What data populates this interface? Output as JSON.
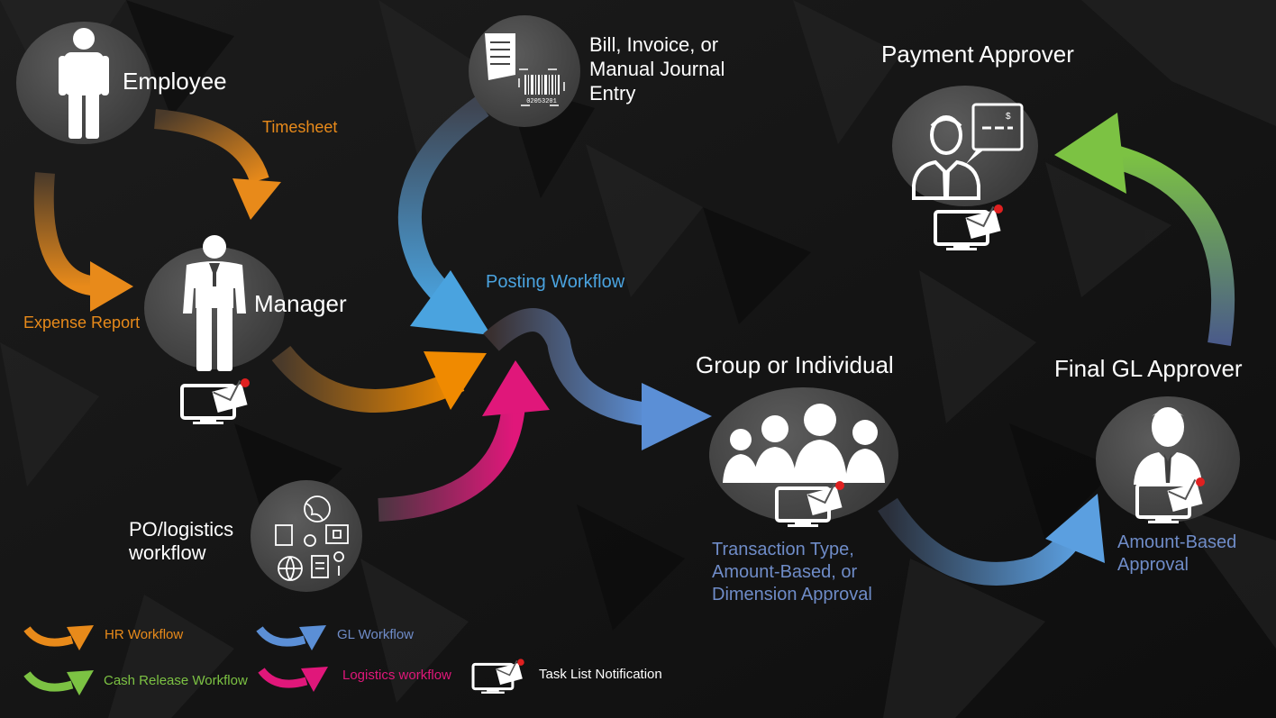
{
  "colors": {
    "hr": "#e88a1a",
    "gl": "#5b8fd6",
    "cash": "#7cc243",
    "logistics": "#e0177a",
    "posting": "#4aa3df",
    "blue_text": "#6f8cc8",
    "white": "#ffffff"
  },
  "nodes": {
    "employee": {
      "label": "Employee"
    },
    "manager": {
      "label": "Manager"
    },
    "bill": {
      "line1": "Bill, Invoice, or",
      "line2": "Manual Journal",
      "line3": "Entry"
    },
    "po": {
      "line1": "PO/logistics",
      "line2": "workflow"
    },
    "group": {
      "label": "Group or Individual",
      "sub1": "Transaction Type,",
      "sub2": "Amount-Based, or",
      "sub3": "Dimension Approval"
    },
    "final_gl": {
      "label": "Final GL Approver",
      "sub1": "Amount-Based",
      "sub2": "Approval"
    },
    "payment": {
      "label": "Payment Approver"
    }
  },
  "flow_labels": {
    "timesheet": "Timesheet",
    "expense_report": "Expense Report",
    "posting": "Posting Workflow"
  },
  "barcode_number": "02053201",
  "legend": {
    "hr": "HR Workflow",
    "gl": "GL Workflow",
    "cash": "Cash Release Workflow",
    "logistics": "Logistics workflow",
    "task": "Task List Notification"
  },
  "icons": [
    "person-icon",
    "businessman-icon",
    "document-barcode-icon",
    "logistics-icons",
    "group-icon",
    "approver-icon",
    "payment-approver-icon",
    "monitor-mail-icon"
  ]
}
